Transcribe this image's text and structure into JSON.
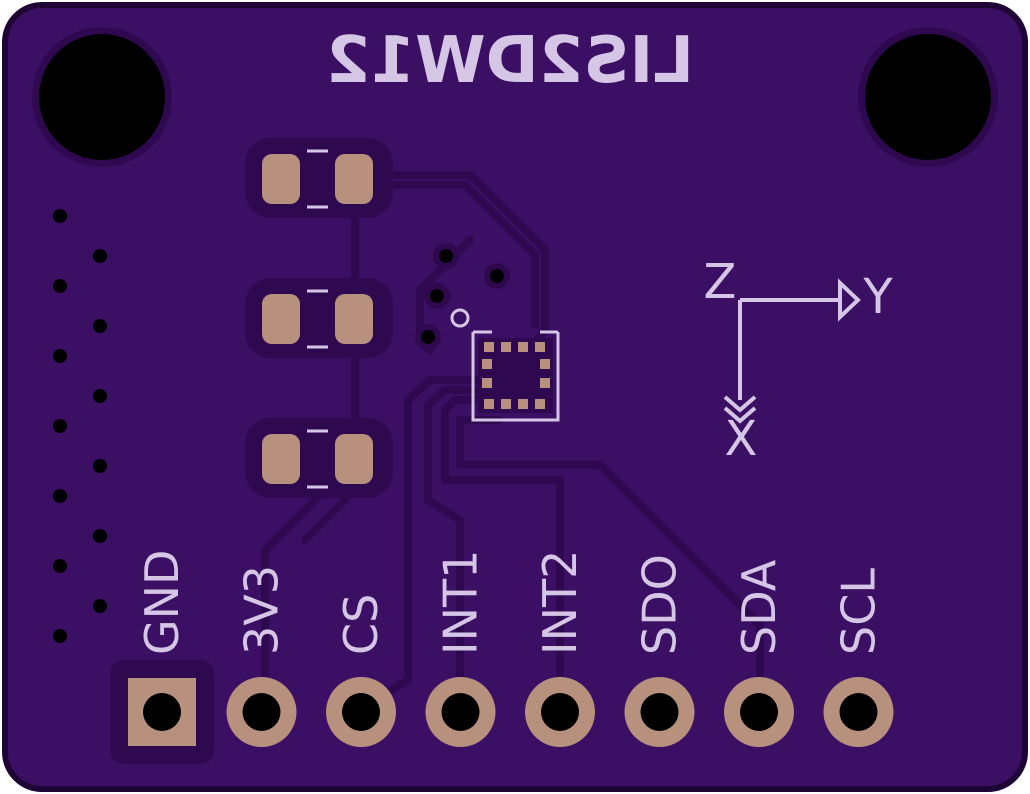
{
  "board": {
    "title": "LIS2DW12",
    "colors": {
      "board": "#3b0f63",
      "copper": "#2f0950",
      "silkscreen": "#d6c6e6",
      "pad": "#b8907e",
      "hole": "#000000"
    }
  },
  "axes": {
    "z_label": "Z",
    "y_label": "Y",
    "x_label": "X"
  },
  "pins": [
    {
      "label": "GND",
      "shape": "square"
    },
    {
      "label": "3V3",
      "shape": "round"
    },
    {
      "label": "CS",
      "shape": "round"
    },
    {
      "label": "INT1",
      "shape": "round"
    },
    {
      "label": "INT2",
      "shape": "round"
    },
    {
      "label": "SDO",
      "shape": "round"
    },
    {
      "label": "SDA",
      "shape": "round"
    },
    {
      "label": "SCL",
      "shape": "round"
    }
  ]
}
